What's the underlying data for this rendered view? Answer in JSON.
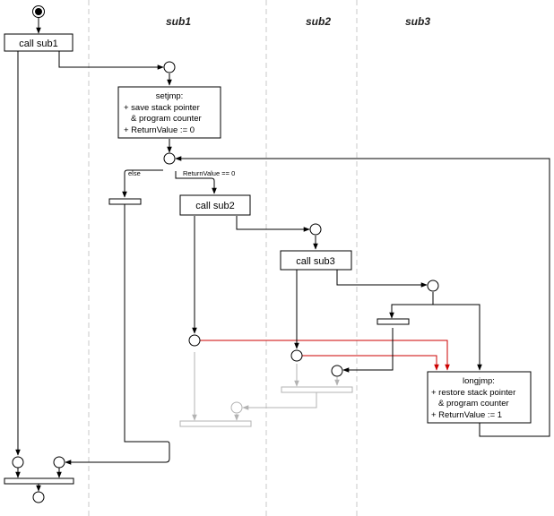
{
  "lanes": [
    "sub1",
    "sub2",
    "sub3"
  ],
  "boxes": {
    "call_sub1": "call sub1",
    "call_sub2": "call sub2",
    "call_sub3": "call sub3"
  },
  "setjmp_note": {
    "title": "setjmp:",
    "line1": "+ save stack pointer",
    "line2": "& program counter",
    "line3": "+ ReturnValue := 0"
  },
  "longjmp_note": {
    "title": "longjmp:",
    "line1": "+ restore stack pointer",
    "line2": "& program counter",
    "line3": "+ ReturnValue := 1"
  },
  "guards": {
    "else": "else",
    "returnvalue_zero": "ReturnValue == 0"
  },
  "colors": {
    "control_flow": "#000000",
    "longjmp_flow": "#cc0000",
    "inactive_flow": "#b3b3b3",
    "swimlane_divider": "#c8c8c8"
  }
}
